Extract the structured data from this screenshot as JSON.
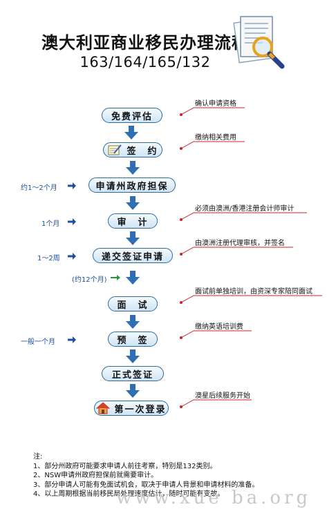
{
  "header": {
    "title": "澳大利亚商业移民办理流程",
    "subtitle": "163/164/165/132"
  },
  "steps": {
    "s1": "免费评估",
    "s2": "签　约",
    "s3": "申请州政府担保",
    "s4": "审　计",
    "s5": "递交签证申请",
    "s6": "面　试",
    "s7": "预　签",
    "s8": "正式签证",
    "s9": "第一次登录"
  },
  "durations": {
    "d3": "约1～2个月",
    "d4": "1个月",
    "d5": "1～2周",
    "d6": "(约12个月)"
  },
  "annotations": {
    "a1": "确认申请资格",
    "a2": "缴纳相关费用",
    "a3": "必须由澳洲/香港注册会计师审计",
    "a4": "由澳洲注册代理审核，并签名",
    "a5": "面试前单独培训，由资深专家陪同面试",
    "a6": "缴纳英语培训费",
    "a7": "澳星后续服务开始"
  },
  "d7": "一般一个月",
  "notes": {
    "head": "注:",
    "n1": "1、部分州政府可能要求申请人前往考察，特别是132类别。",
    "n2": "2、NSW申请州政府担保前就需要审计。",
    "n3": "3、部分申请人可能有免面试机会，取决于申请人背景和申请材料的准备。",
    "n4": "4、以上周期根据当前移民局处理速度估计，随时可能有变故。"
  },
  "watermark": "www.xue ba.org",
  "colors": {
    "pill_border": "#2c6aa0",
    "arrow": "#2f6db5",
    "annotation_line": "#d02020",
    "duration_text": "#1d4fa0"
  }
}
